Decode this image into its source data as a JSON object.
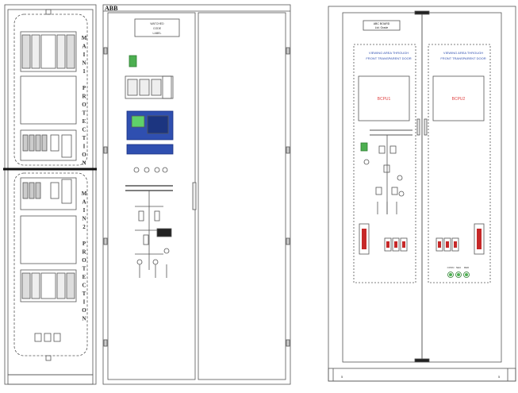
{
  "left_panel": {
    "vertical_label_top": [
      "M",
      "A",
      "I",
      "N",
      "1",
      "",
      "P",
      "R",
      "O",
      "T",
      "E",
      "C",
      "T",
      "I",
      "O",
      "N"
    ],
    "vertical_label_bottom": [
      "M",
      "A",
      "I",
      "N",
      "2",
      "",
      "P",
      "R",
      "O",
      "T",
      "E",
      "C",
      "T",
      "I",
      "O",
      "N"
    ]
  },
  "middle_panel": {
    "brand": "ABB",
    "nameplate_lines": [
      "WATCHED",
      "CODE",
      "LABEL"
    ]
  },
  "right_panel": {
    "nameplate_lines": [
      "ABC BOARD",
      "Ltd. Grade"
    ],
    "viewing_area_left": [
      "VIEWING AREA THROUGH",
      "FRONT TRANSPARENT DOOR"
    ],
    "viewing_area_right": [
      "VIEWING AREA THROUGH",
      "FRONT TRANSPARENT DOOR"
    ],
    "relay_left": "BCPU1",
    "relay_right": "BCPU2",
    "indicator_labels": [
      "CONN",
      "NEU",
      "RED"
    ],
    "footer_left": "5",
    "footer_right": "5"
  },
  "colors": {
    "line": "#333333",
    "relay_text": "#e04040",
    "relay_blue": "#2f4fb0",
    "accent_green": "#4caf50",
    "accent_red": "#c62828"
  }
}
